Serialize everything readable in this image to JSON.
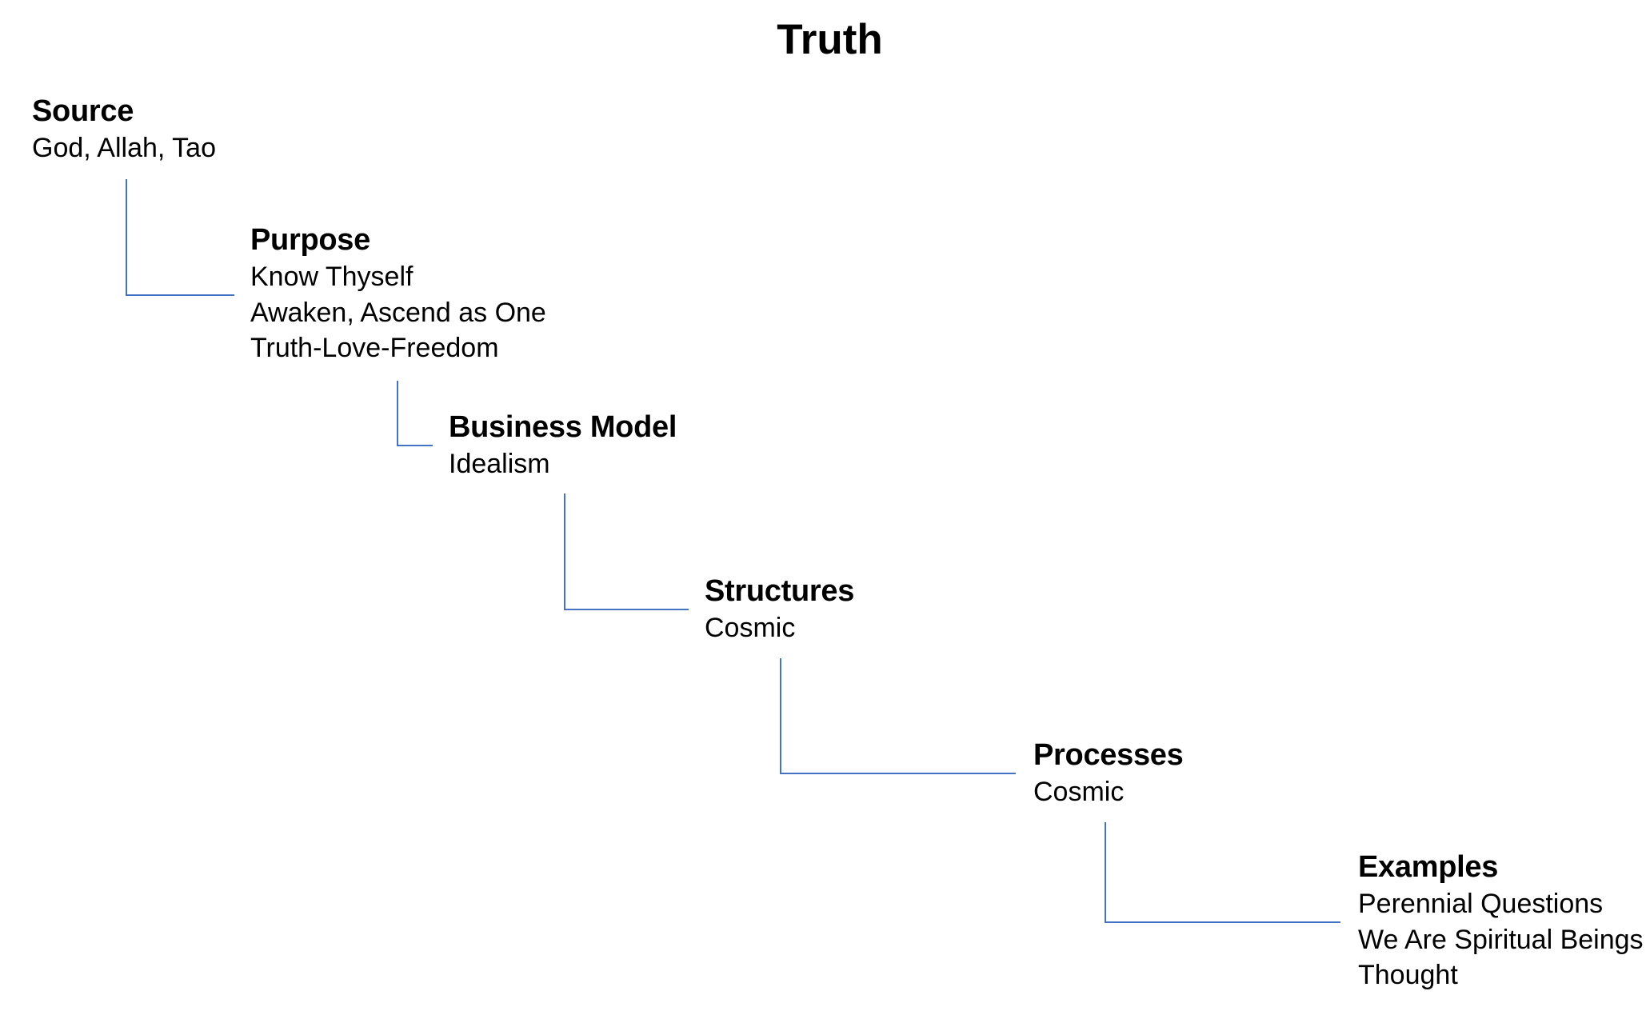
{
  "title": "Truth",
  "theme": {
    "connector_color": "#4472C4",
    "text_color": "#000000",
    "background": "#ffffff"
  },
  "nodes": [
    {
      "heading": "Source",
      "lines": [
        "God, Allah, Tao"
      ]
    },
    {
      "heading": "Purpose",
      "lines": [
        "Know Thyself",
        "Awaken, Ascend as One",
        "Truth-Love-Freedom"
      ]
    },
    {
      "heading": "Business Model",
      "lines": [
        "Idealism"
      ]
    },
    {
      "heading": "Structures",
      "lines": [
        "Cosmic"
      ]
    },
    {
      "heading": "Processes",
      "lines": [
        "Cosmic"
      ]
    },
    {
      "heading": "Examples",
      "lines": [
        "Perennial Questions",
        "We Are Spiritual Beings",
        "Thought"
      ]
    }
  ]
}
